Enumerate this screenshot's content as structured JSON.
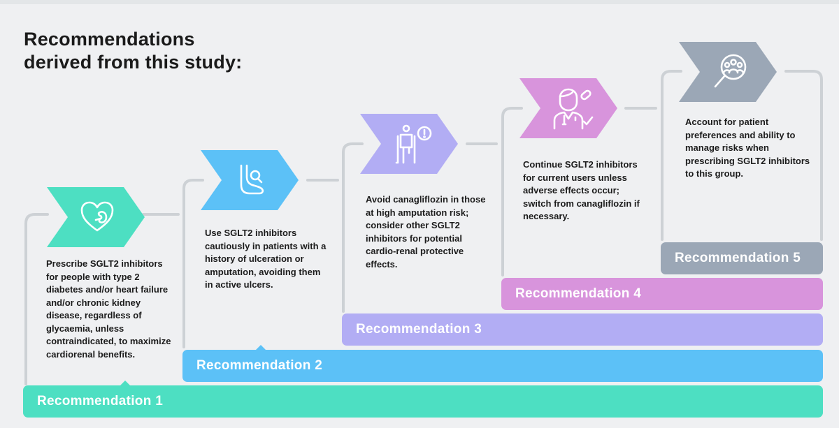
{
  "title": "Recommendations\nderived from this study:",
  "colors": {
    "background": "#eff0f2",
    "connector": "#cdd1d5",
    "rec1": "#4ddfc2",
    "rec2": "#5cc1f7",
    "rec3": "#b2adf4",
    "rec4": "#d894dc",
    "rec5": "#9ba7b6"
  },
  "recommendations": [
    {
      "label": "Recommendation 1",
      "icon": "heart-kidney-icon",
      "text": "Prescribe SGLT2 inhibitors for people with type 2 diabetes and/or heart failure and/or chronic kidney disease, regardless of glycaemia, unless contraindicated, to maximize cardiorenal benefits."
    },
    {
      "label": "Recommendation 2",
      "icon": "foot-magnifier-icon",
      "text": "Use SGLT2 inhibitors cautiously in patients with a history of ulceration or amputation, avoiding them in active ulcers."
    },
    {
      "label": "Recommendation 3",
      "icon": "amputee-alert-icon",
      "text": "Avoid canagliflozin in those at high amputation risk; consider other SGLT2 inhibitors for potential cardio-renal protective effects."
    },
    {
      "label": "Recommendation 4",
      "icon": "doctor-pill-icon",
      "text": "Continue SGLT2 inhibitors for current users unless adverse effects occur; switch from canagliflozin if necessary."
    },
    {
      "label": "Recommendation 5",
      "icon": "patients-magnifier-icon",
      "text": "Account for patient preferences and ability to manage risks when prescribing SGLT2 inhibitors to this group."
    }
  ]
}
